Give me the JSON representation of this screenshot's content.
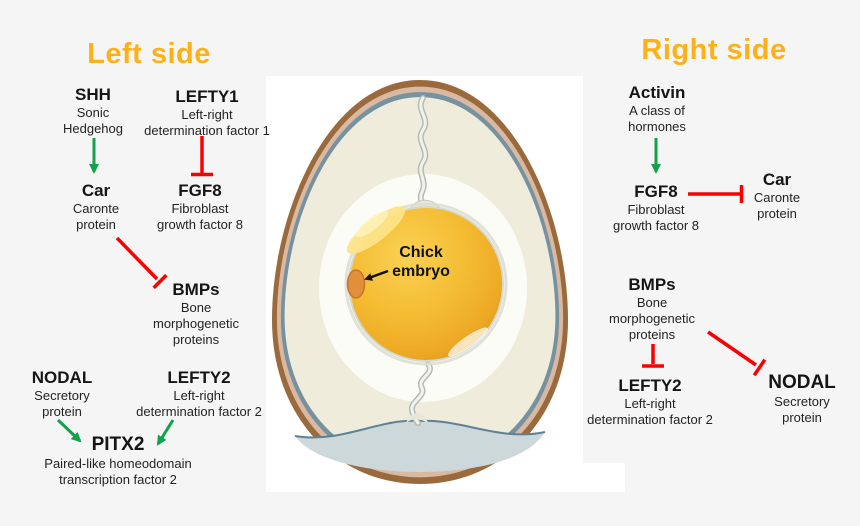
{
  "colors": {
    "accent_orange": "#feb117",
    "activation_green": "#12a24b",
    "inhibition_red": "#fa0000",
    "yolk_yellow": "#f4bc32",
    "shell_brown": "#9b6a3c"
  },
  "left_side": {
    "title": "Left side",
    "shh": {
      "name": "SHH",
      "line1": "Sonic",
      "line2": "Hedgehog"
    },
    "lefty1": {
      "name": "LEFTY1",
      "line1": "Left-right",
      "line2": "determination factor 1"
    },
    "car": {
      "name": "Car",
      "line1": "Caronte",
      "line2": "protein"
    },
    "fgf8": {
      "name": "FGF8",
      "line1": "Fibroblast",
      "line2": "growth factor 8"
    },
    "bmps": {
      "name": "BMPs",
      "line1": "Bone",
      "line2": "morphogenetic",
      "line3": "proteins"
    },
    "nodal": {
      "name": "NODAL",
      "line1": "Secretory",
      "line2": "protein"
    },
    "lefty2": {
      "name": "LEFTY2",
      "line1": "Left-right",
      "line2": "determination factor 2"
    },
    "pitx2": {
      "name": "PITX2",
      "line1": "Paired-like homeodomain",
      "line2": "transcription factor 2"
    },
    "edges": [
      {
        "from": "SHH",
        "to": "Car",
        "type": "activation"
      },
      {
        "from": "LEFTY1",
        "to": "FGF8",
        "type": "inhibition"
      },
      {
        "from": "Car",
        "to": "BMPs",
        "type": "inhibition"
      },
      {
        "from": "NODAL",
        "to": "PITX2",
        "type": "activation"
      },
      {
        "from": "LEFTY2",
        "to": "PITX2",
        "type": "activation"
      }
    ]
  },
  "right_side": {
    "title": "Right side",
    "activin": {
      "name": "Activin",
      "line1": "A class of",
      "line2": "hormones"
    },
    "fgf8": {
      "name": "FGF8",
      "line1": "Fibroblast",
      "line2": "growth factor 8"
    },
    "car": {
      "name": "Car",
      "line1": "Caronte",
      "line2": "protein"
    },
    "bmps": {
      "name": "BMPs",
      "line1": "Bone",
      "line2": "morphogenetic",
      "line3": "proteins"
    },
    "lefty2": {
      "name": "LEFTY2",
      "line1": "Left-right",
      "line2": "determination factor 2"
    },
    "nodal": {
      "name": "NODAL",
      "line1": "Secretory",
      "line2": "protein"
    },
    "edges": [
      {
        "from": "Activin",
        "to": "FGF8",
        "type": "activation"
      },
      {
        "from": "FGF8",
        "to": "Car",
        "type": "inhibition"
      },
      {
        "from": "BMPs",
        "to": "LEFTY2",
        "type": "inhibition"
      },
      {
        "from": "BMPs",
        "to": "NODAL",
        "type": "inhibition"
      }
    ]
  },
  "egg": {
    "label_line1": "Chick",
    "label_line2": "embryo"
  }
}
